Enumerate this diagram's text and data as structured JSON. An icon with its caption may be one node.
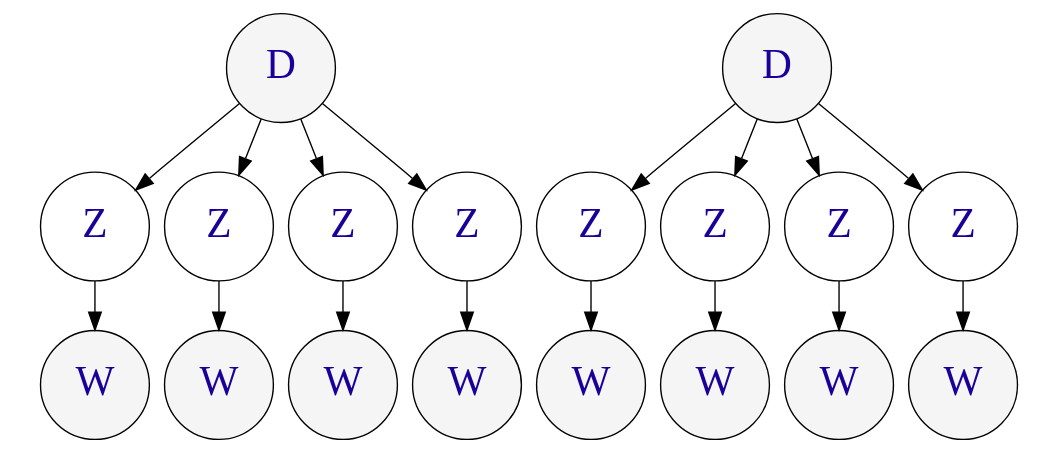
{
  "diagram": {
    "nodes": [
      {
        "text": [
          "D"
        ]
      },
      {
        "text": [
          "D"
        ]
      },
      {
        "text": [
          "Z"
        ]
      },
      {
        "text": [
          "Z"
        ]
      },
      {
        "text": [
          "Z"
        ]
      },
      {
        "text": [
          "Z"
        ]
      },
      {
        "text": [
          "Z"
        ]
      },
      {
        "text": [
          "Z"
        ]
      },
      {
        "text": [
          "Z"
        ]
      },
      {
        "text": [
          "Z"
        ]
      },
      {
        "text": [
          "W"
        ]
      },
      {
        "text": [
          "W"
        ]
      },
      {
        "text": [
          "W"
        ]
      },
      {
        "text": [
          "W"
        ]
      },
      {
        "text": [
          "W"
        ]
      },
      {
        "text": [
          "W"
        ]
      },
      {
        "text": [
          "W"
        ]
      },
      {
        "text": [
          "W"
        ]
      }
    ],
    "edges": [
      {
        "from": 0,
        "to": 2,
        "arrow": "to"
      },
      {
        "from": 0,
        "to": 3,
        "arrow": "to"
      },
      {
        "from": 0,
        "to": 4,
        "arrow": "to"
      },
      {
        "from": 0,
        "to": 5,
        "arrow": "to"
      },
      {
        "from": 1,
        "to": 6,
        "arrow": "to"
      },
      {
        "from": 1,
        "to": 7,
        "arrow": "to"
      },
      {
        "from": 1,
        "to": 8,
        "arrow": "to"
      },
      {
        "from": 1,
        "to": 9,
        "arrow": "to"
      },
      {
        "from": 2,
        "to": 10,
        "arrow": "to"
      },
      {
        "from": 3,
        "to": 11,
        "arrow": "to"
      },
      {
        "from": 4,
        "to": 12,
        "arrow": "to"
      },
      {
        "from": 5,
        "to": 13,
        "arrow": "to"
      },
      {
        "from": 6,
        "to": 14,
        "arrow": "to"
      },
      {
        "from": 7,
        "to": 15,
        "arrow": "to"
      },
      {
        "from": 8,
        "to": 16,
        "arrow": "to"
      },
      {
        "from": 9,
        "to": 17,
        "arrow": "to"
      }
    ]
  }
}
